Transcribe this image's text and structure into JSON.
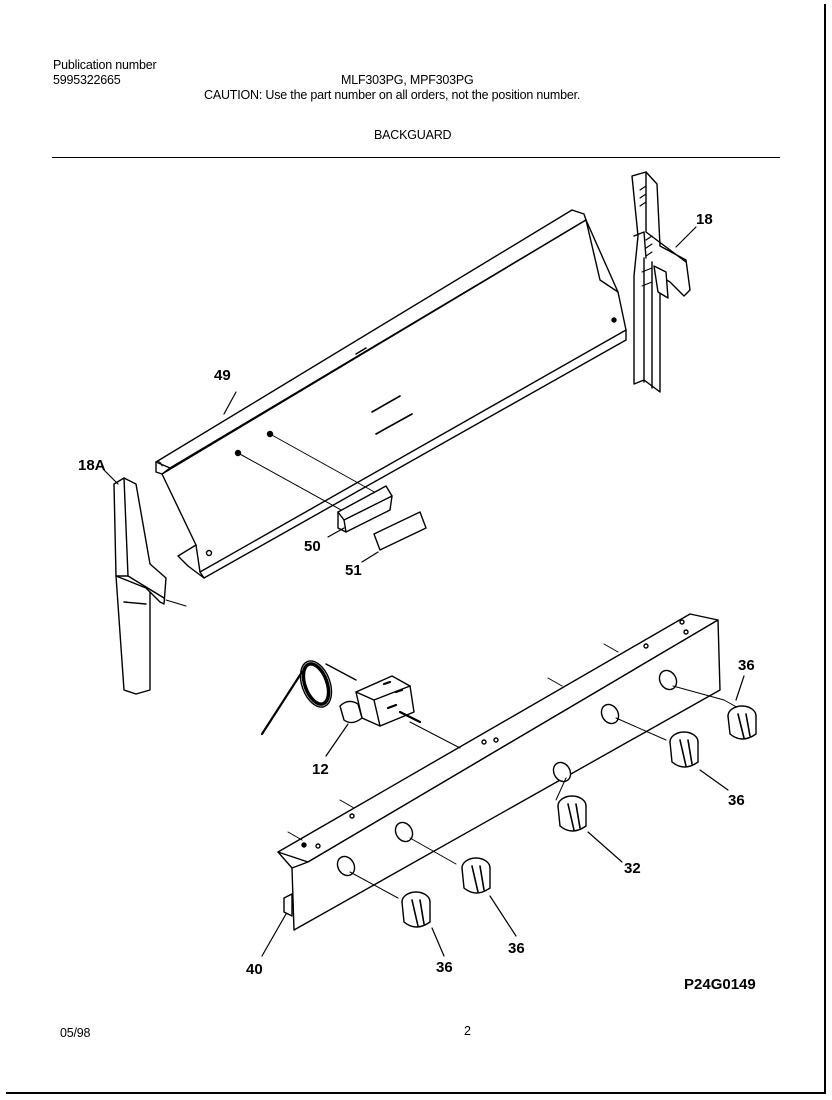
{
  "header": {
    "publication_label": "Publication number",
    "publication_number": "5995322665",
    "models": "MLF303PG, MPF303PG",
    "caution": "CAUTION:  Use the part number on all orders, not the position number.",
    "section_title": "BACKGUARD"
  },
  "callouts": {
    "c18": "18",
    "c18a": "18A",
    "c49": "49",
    "c50": "50",
    "c51": "51",
    "c12": "12",
    "c36a": "36",
    "c36b": "36",
    "c32": "32",
    "c36c": "36",
    "c36d": "36",
    "c40": "40"
  },
  "diagram_code": "P24G0149",
  "footer": {
    "date": "05/98",
    "page": "2"
  }
}
